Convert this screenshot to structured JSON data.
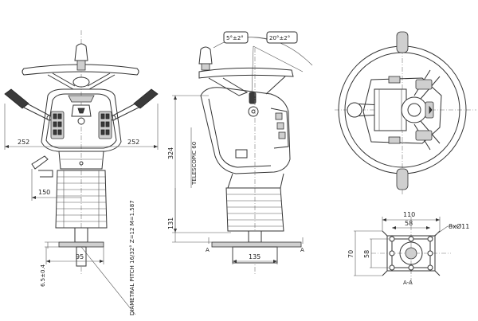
{
  "front_view": {
    "width_left": "252",
    "width_right": "252",
    "lower_width": "150",
    "base_width": "95",
    "base_height": "6.5±0.4",
    "diametral_pitch": "DIAMETRAL PITCH 16/32° Z=12 M=1.587"
  },
  "side_view": {
    "tilt_back": "5°±2°",
    "tilt_fwd": "20°±2°",
    "total_height": "324",
    "lower_height": "131",
    "telescopic": "TELESCOPIC 60",
    "base_width": "135",
    "section_mark_left": "A",
    "section_mark_right": "A"
  },
  "flange": {
    "outer_width": "110",
    "inner_width": "58",
    "outer_height": "70",
    "inner_height": "58",
    "holes": "8xØ11",
    "section_label": "A-A"
  }
}
